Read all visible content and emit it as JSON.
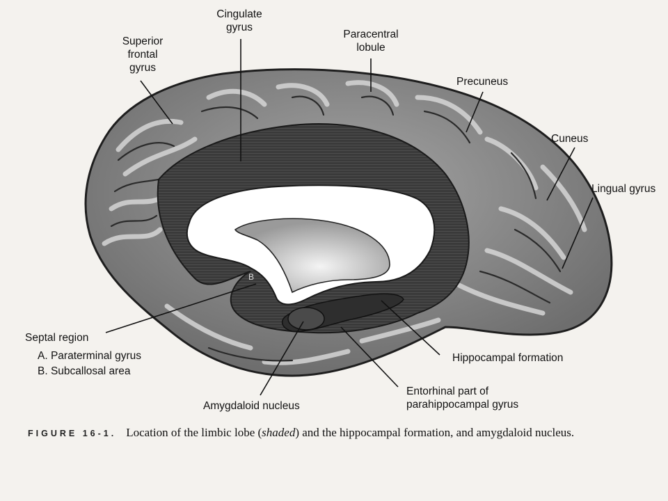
{
  "labels": {
    "cingulate_gyrus": [
      "Cingulate",
      "gyrus"
    ],
    "superior_frontal_gyrus": [
      "Superior",
      "frontal",
      "gyrus"
    ],
    "paracentral_lobule": [
      "Paracentral",
      "lobule"
    ],
    "precuneus": "Precuneus",
    "cuneus": "Cuneus",
    "lingual_gyrus": "Lingual gyrus",
    "septal_region": "Septal region",
    "paraterminal_gyrus": "A. Paraterminal gyrus",
    "subcallosal_area": "B. Subcallosal area",
    "hippocampal_formation": "Hippocampal formation",
    "entorhinal_part": [
      "Entorhinal part of",
      "parahippocampal gyrus"
    ],
    "amygdaloid_nucleus": "Amygdaloid nucleus",
    "marker_b": "B"
  },
  "caption": {
    "number": "FIGURE 16-1.",
    "text_before": "Location of the limbic lobe (",
    "text_italic": "shaded",
    "text_after": ") and the hippocampal formation, and amygdaloid nucleus."
  },
  "colors": {
    "background": "#f4f2ee",
    "cortex": "#8e8e8e",
    "gyri": "#b9b9b9",
    "limbic_shading": "#3c3c3c",
    "corpus_callosum_opening": "#ffffff"
  }
}
